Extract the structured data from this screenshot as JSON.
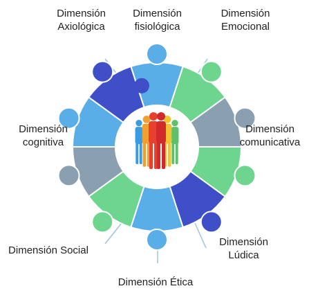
{
  "colors": {
    "navy": "#3e4fc8",
    "sky": "#5aaee8",
    "green": "#6ed58e",
    "slate": "#8a9fb0",
    "connector": "#9bc3e3",
    "people": [
      "#3a9be0",
      "#5fc06a",
      "#f0a030",
      "#e8402c",
      "#d02a2a",
      "#f2c230"
    ]
  },
  "ring": {
    "pieces": [
      {
        "color_key": "sky"
      },
      {
        "color_key": "green"
      },
      {
        "color_key": "slate"
      },
      {
        "color_key": "green"
      },
      {
        "color_key": "navy"
      },
      {
        "color_key": "sky"
      },
      {
        "color_key": "green"
      },
      {
        "color_key": "slate"
      },
      {
        "color_key": "sky"
      },
      {
        "color_key": "navy"
      }
    ]
  },
  "labels": {
    "axiologica": {
      "line1": "Dimensión",
      "line2": "Axiológica"
    },
    "fisiologica": {
      "line1": "Dimensión",
      "line2": "fisiológica"
    },
    "emocional": {
      "line1": "Dimensión",
      "line2": "Emocional"
    },
    "cognitiva": {
      "line1": "Dimensión",
      "line2": "cognitiva"
    },
    "comunicativa": {
      "line1": "Dimensión",
      "line2": "comunicativa"
    },
    "social": {
      "line1": "Dimensión Social"
    },
    "ludica": {
      "line1": "Dimensión",
      "line2": "Lúdica"
    },
    "etica": {
      "line1": "Dimensión Ética"
    }
  }
}
